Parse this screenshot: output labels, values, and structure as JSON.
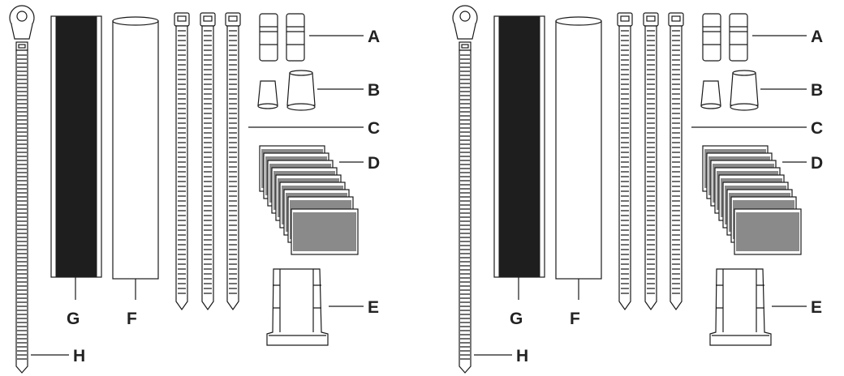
{
  "labels": {
    "A": "A",
    "B": "B",
    "C": "C",
    "D": "D",
    "E": "E",
    "F": "F",
    "G": "G",
    "H": "H"
  },
  "panel_count": 2,
  "colors": {
    "ink": "#1a1a1a",
    "tape_dark": "#1e1e1e",
    "pad_gray": "#8a8a8a",
    "background": "#ffffff"
  },
  "icons": [
    "ring-terminal-tie-icon",
    "tape-strip-icon",
    "sleeve-tube-icon",
    "cable-tie-icon",
    "connector-sleeve-icon",
    "end-cap-icon",
    "adhesive-pad-icon",
    "base-mount-icon"
  ]
}
